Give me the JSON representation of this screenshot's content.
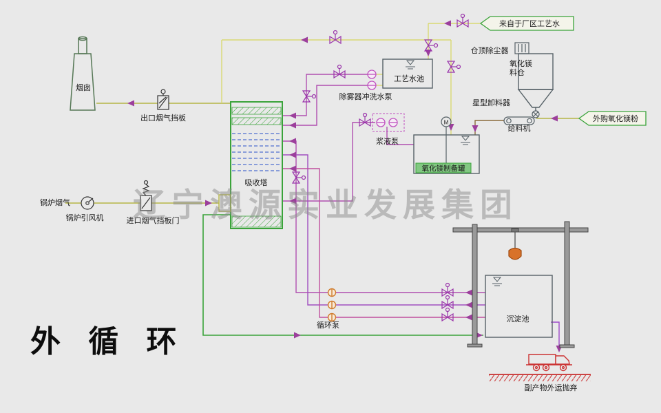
{
  "background": "#e9e9e9",
  "watermark": "辽宁澳源实业发展集团",
  "title": "外 循 环",
  "flags": {
    "process_water": "来自于厂区工艺水",
    "purchased_mgo": "外购氧化镁粉"
  },
  "labels": {
    "chimney": "烟囱",
    "outlet_damper": "出口烟气挡板",
    "absorption_tower": "吸收塔",
    "boiler_flue_gas": "锅炉烟气",
    "boiler_id_fan": "锅炉引风机",
    "inlet_damper": "进口烟气挡板门",
    "demister_flush_pump": "除雾器冲洗水泵",
    "process_water_pool": "工艺水池",
    "silo_top_dust_collector": "仓顶除尘器",
    "mgo_silo_line1": "氧化镁",
    "mgo_silo_line2": "料仓",
    "star_feeder": "星型卸料器",
    "feeder": "给料机",
    "slurry_pump": "浆液泵",
    "mgo_prep_tank": "氧化镁制备罐",
    "circulation_pump": "循环泵",
    "sedimentation_pool": "沉淀池",
    "byproduct_disposal": "副产物外运抛弃",
    "agitator_motor": "M"
  },
  "colors": {
    "flue_gas_line": "#b5b545",
    "water_line": "#d9d973",
    "slurry_line": "#b04fb0",
    "tower_outline": "#3aa33a",
    "tray_line": "#4f6fd0",
    "equipment_outline": "#556066",
    "valve": "#9933aa",
    "arrow": "#9c3f9c",
    "truck": "#cc3333",
    "grab_bucket": "#d8722a",
    "label_box": "#82c882"
  }
}
